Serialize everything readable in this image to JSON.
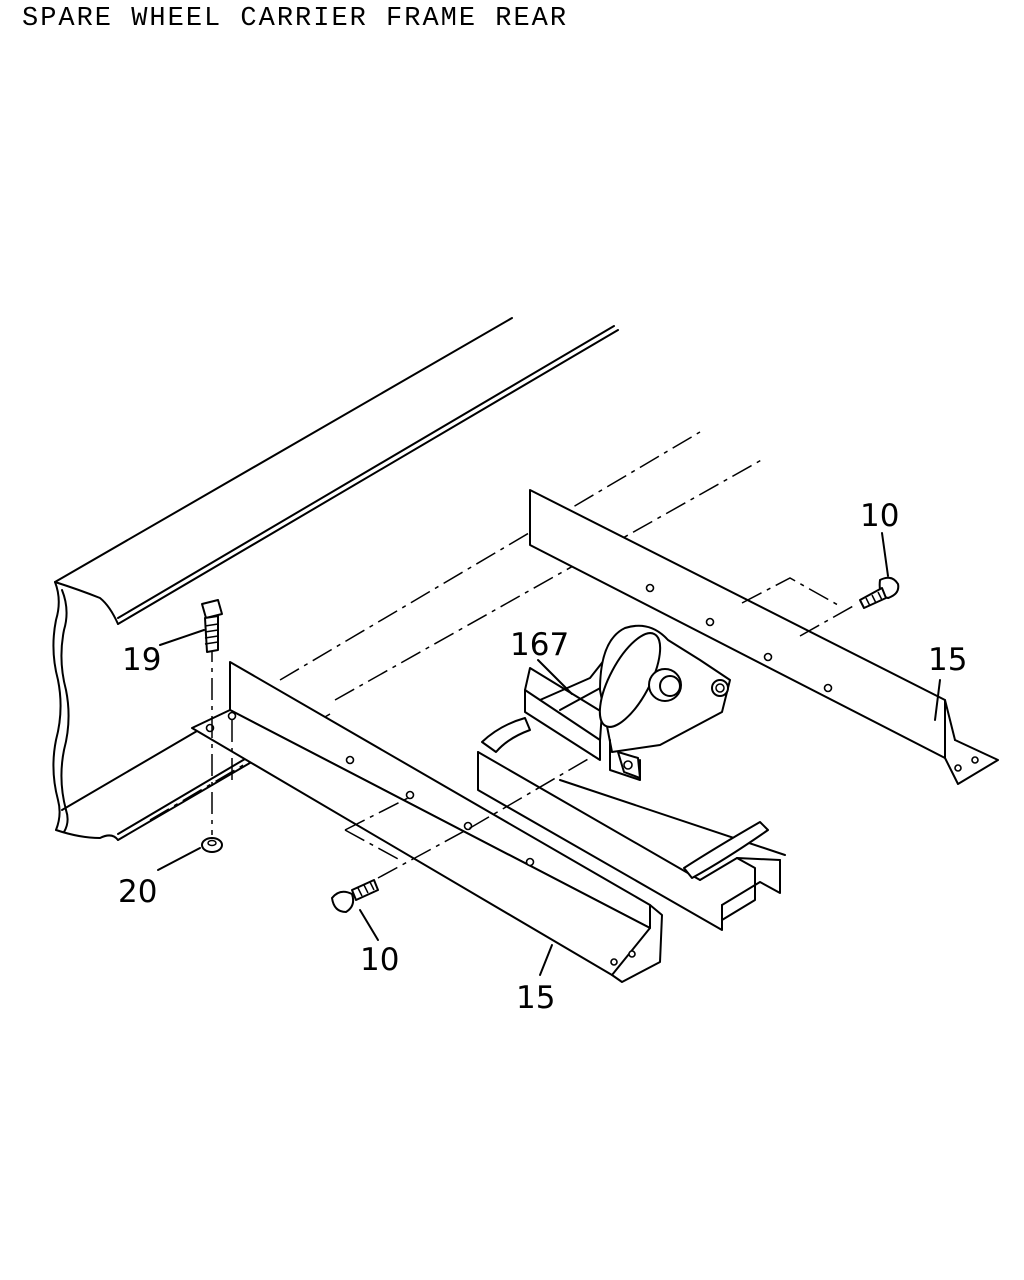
{
  "title": "SPARE WHEEL CARRIER FRAME REAR",
  "callouts": {
    "bolt_right": "10",
    "bracket_right": "15",
    "bolt_upper_left": "19",
    "carrier": "167",
    "nut": "20",
    "bolt_left": "10",
    "bracket_left": "15"
  }
}
